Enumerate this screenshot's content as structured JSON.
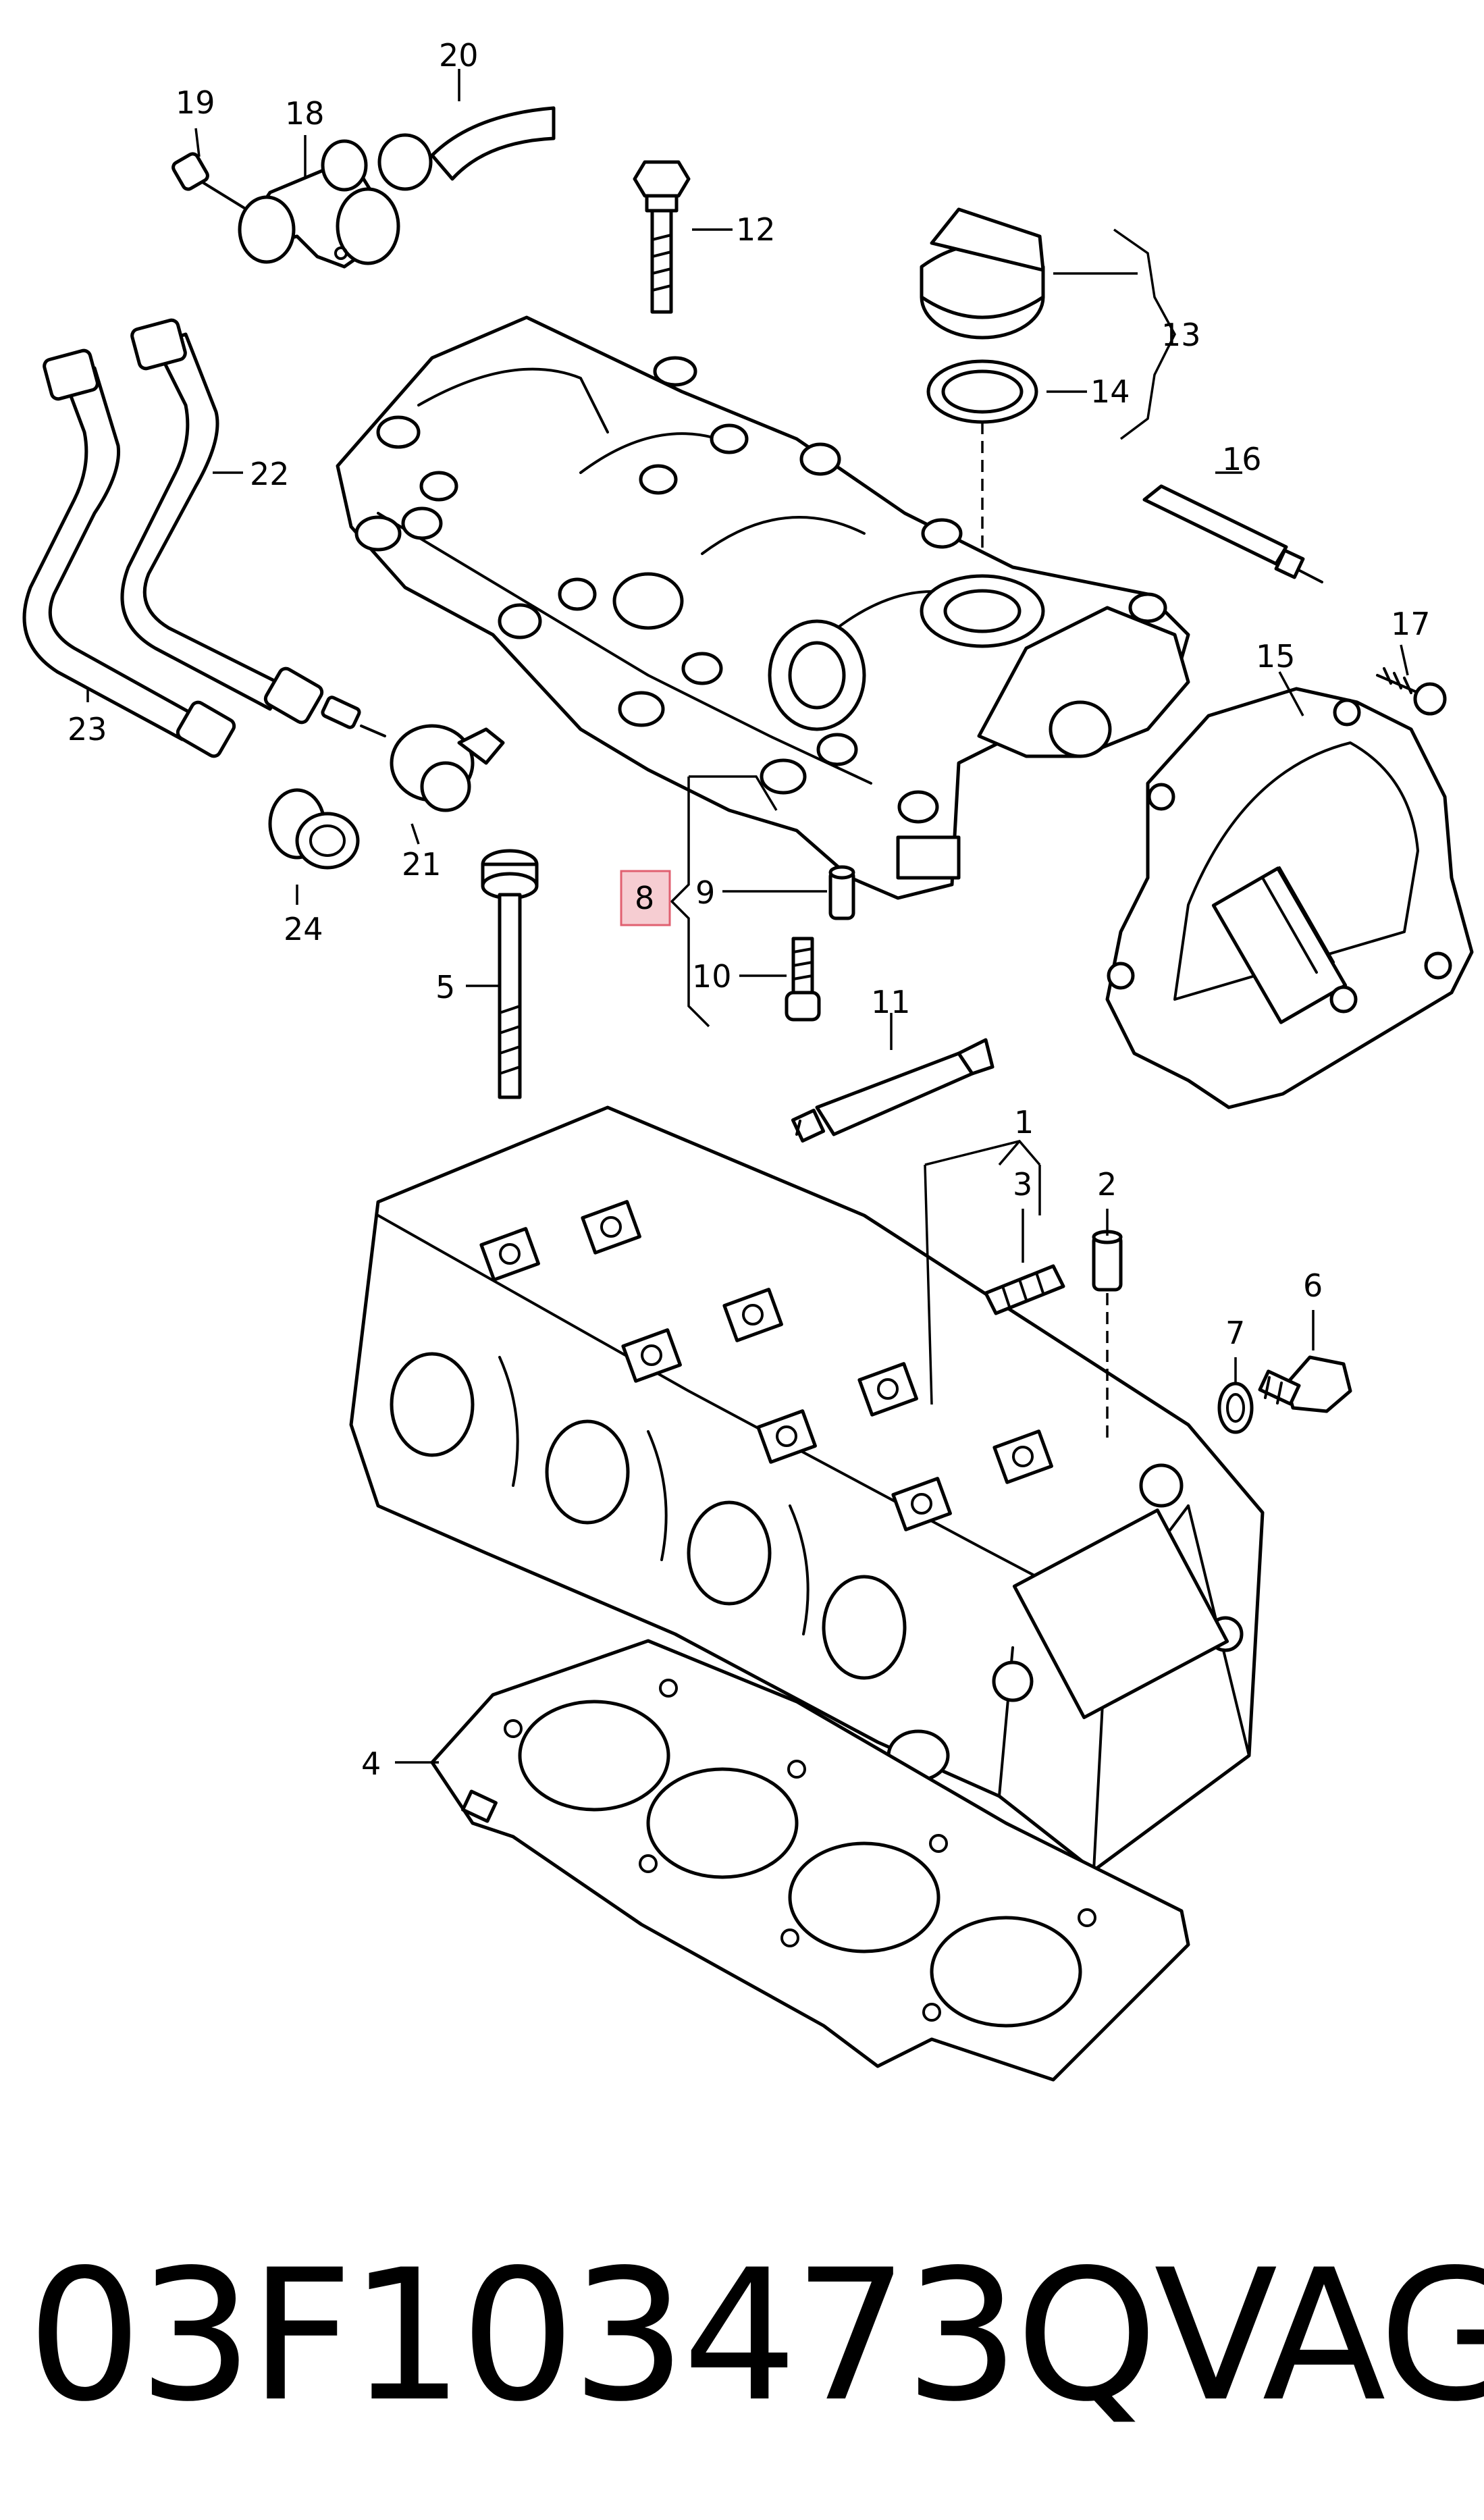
{
  "callouts": {
    "c1": "1",
    "c2": "2",
    "c3": "3",
    "c4": "4",
    "c5": "5",
    "c6": "6",
    "c7": "7",
    "c8": "8",
    "c9": "9",
    "c10": "10",
    "c11": "11",
    "c12": "12",
    "c13": "13",
    "c14": "14",
    "c15": "15",
    "c16": "16",
    "c17": "17",
    "c18": "18",
    "c19": "19",
    "c20": "20",
    "c21": "21",
    "c22": "22",
    "c23": "23",
    "c24": "24"
  },
  "highlighted_callout": "8",
  "caption": {
    "part_number": "03F103473Q",
    "brand": "VAG"
  },
  "colors": {
    "line": "#000000",
    "background": "#ffffff",
    "highlight_fill": "#f6cdd2",
    "highlight_stroke": "#e06070"
  }
}
